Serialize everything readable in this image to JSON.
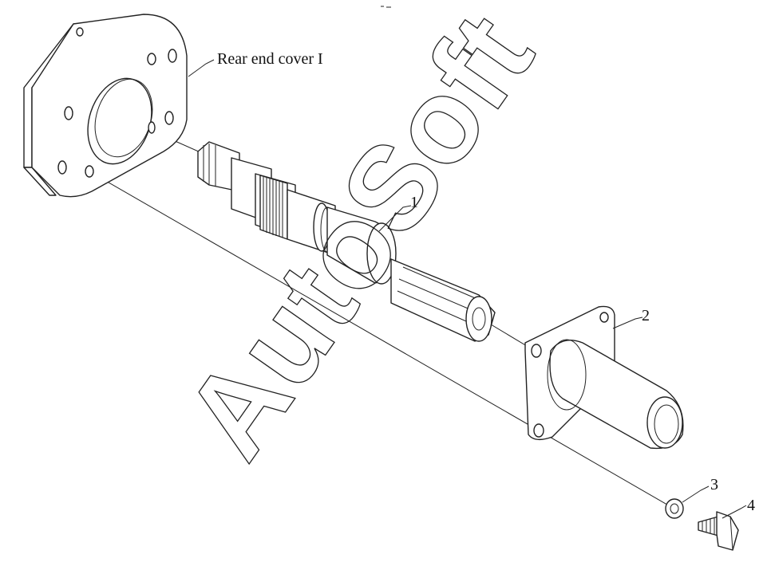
{
  "labels": {
    "cover": "Rear end cover I",
    "part1": "1",
    "part2": "2",
    "part3": "3",
    "part4": "4"
  },
  "watermark": "AutoSoft",
  "colors": {
    "line": "#222222",
    "background": "#ffffff"
  }
}
